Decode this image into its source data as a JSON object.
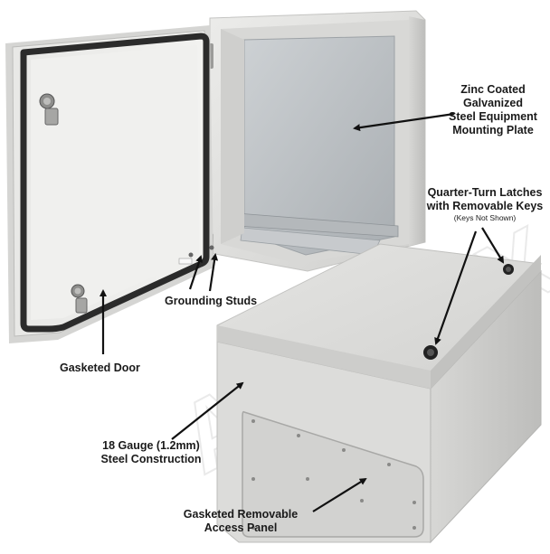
{
  "watermark": {
    "text": "ALTELIX",
    "color": "#d9d9d9"
  },
  "colors": {
    "enclosure_body": "#e3e3e1",
    "enclosure_shadow": "#bdbdbb",
    "gasket": "#2a2a2a",
    "mounting_plate": "#bfc3c6",
    "arrow": "#111111"
  },
  "callouts": {
    "mounting_plate": {
      "lines": [
        "Zinc Coated",
        "Galvanized",
        "Steel Equipment",
        "Mounting Plate"
      ]
    },
    "latches": {
      "lines": [
        "Quarter-Turn Latches",
        "with Removable Keys"
      ],
      "note": "(Keys Not Shown)"
    },
    "grounding": {
      "lines": [
        "Grounding Studs"
      ]
    },
    "door": {
      "lines": [
        "Gasketed Door"
      ]
    },
    "steel": {
      "lines": [
        "18 Gauge (1.2mm)",
        "Steel Construction"
      ]
    },
    "access_panel": {
      "lines": [
        "Gasketed Removable",
        "Access Panel"
      ]
    }
  }
}
